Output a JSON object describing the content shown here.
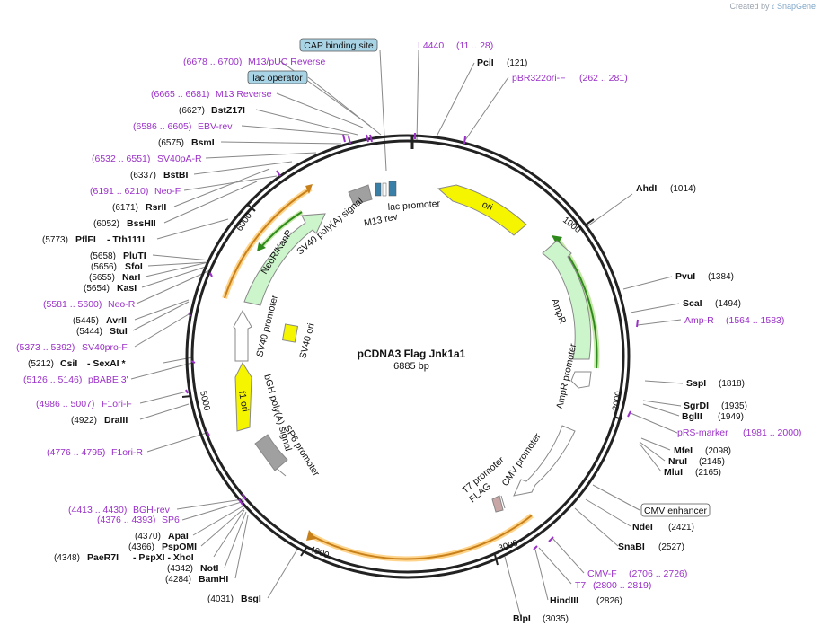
{
  "credit": {
    "prefix": "Created by",
    "brand": "SnapGene"
  },
  "plasmid": {
    "name": "pCDNA3 Flag Jnk1a1",
    "size_label": "6885 bp"
  },
  "ticks": [
    "1000",
    "2000",
    "3000",
    "4000",
    "5000",
    "6000"
  ],
  "boxed_labels": [
    {
      "text": "CAP binding site",
      "color": "#a9d4e6"
    },
    {
      "text": "lac operator",
      "color": "#a9d4e6"
    },
    {
      "text": "CMV enhancer",
      "color": "#ffffff"
    }
  ],
  "enzymes_left": [
    {
      "pos": "(6627)",
      "name": "BstZ17I"
    },
    {
      "pos": "(6575)",
      "name": "BsmI"
    },
    {
      "pos": "(6337)",
      "name": "BstBI"
    },
    {
      "pos": "(6171)",
      "name": "RsrII"
    },
    {
      "pos": "(6052)",
      "name": "BssHII"
    },
    {
      "pos": "(5773)",
      "name": "PflFI",
      "extra": "- Tth111I"
    },
    {
      "pos": "(5658)",
      "name": "PluTI"
    },
    {
      "pos": "(5656)",
      "name": "SfoI"
    },
    {
      "pos": "(5655)",
      "name": "NarI"
    },
    {
      "pos": "(5654)",
      "name": "KasI"
    },
    {
      "pos": "(5445)",
      "name": "AvrII"
    },
    {
      "pos": "(5444)",
      "name": "StuI"
    },
    {
      "pos": "(5212)",
      "name": "CsiI",
      "extra": "- SexAI *"
    },
    {
      "pos": "(4922)",
      "name": "DraIII"
    },
    {
      "pos": "(4370)",
      "name": "ApaI"
    },
    {
      "pos": "(4366)",
      "name": "PspOMI"
    },
    {
      "pos": "(4348)",
      "name": "PaeR7I",
      "extra": "- PspXI - XhoI"
    },
    {
      "pos": "(4342)",
      "name": "NotI"
    },
    {
      "pos": "(4284)",
      "name": "BamHI"
    },
    {
      "pos": "(4031)",
      "name": "BsgI"
    }
  ],
  "enzymes_right": [
    {
      "name": "PciI",
      "pos": "(121)"
    },
    {
      "name": "AhdI",
      "pos": "(1014)"
    },
    {
      "name": "PvuI",
      "pos": "(1384)"
    },
    {
      "name": "ScaI",
      "pos": "(1494)"
    },
    {
      "name": "SspI",
      "pos": "(1818)"
    },
    {
      "name": "SgrDI",
      "pos": "(1935)"
    },
    {
      "name": "BglII",
      "pos": "(1949)"
    },
    {
      "name": "MfeI",
      "pos": "(2098)"
    },
    {
      "name": "NruI",
      "pos": "(2145)"
    },
    {
      "name": "MluI",
      "pos": "(2165)"
    },
    {
      "name": "NdeI",
      "pos": "(2421)"
    },
    {
      "name": "SnaBI",
      "pos": "(2527)"
    },
    {
      "name": "HindIII",
      "pos": "(2826)"
    },
    {
      "name": "BlpI",
      "pos": "(3035)"
    }
  ],
  "primers_left": [
    {
      "range": "(6678 .. 6700)",
      "name": "M13/pUC Reverse"
    },
    {
      "range": "(6665 .. 6681)",
      "name": "M13 Reverse"
    },
    {
      "range": "(6586 .. 6605)",
      "name": "EBV-rev"
    },
    {
      "range": "(6532 .. 6551)",
      "name": "SV40pA-R"
    },
    {
      "range": "(6191 .. 6210)",
      "name": "Neo-F"
    },
    {
      "range": "(5581 .. 5600)",
      "name": "Neo-R"
    },
    {
      "range": "(5373 .. 5392)",
      "name": "SV40pro-F"
    },
    {
      "range": "(5126 .. 5146)",
      "name": "pBABE 3'"
    },
    {
      "range": "(4986 .. 5007)",
      "name": "F1ori-F"
    },
    {
      "range": "(4776 .. 4795)",
      "name": "F1ori-R"
    },
    {
      "range": "(4413 .. 4430)",
      "name": "BGH-rev"
    },
    {
      "range": "(4376 .. 4393)",
      "name": "SP6"
    }
  ],
  "primers_right": [
    {
      "name": "L4440",
      "range": "(11 .. 28)"
    },
    {
      "name": "pBR322ori-F",
      "range": "(262 .. 281)"
    },
    {
      "name": "Amp-R",
      "range": "(1564 .. 1583)"
    },
    {
      "name": "pRS-marker",
      "range": "(1981 .. 2000)"
    },
    {
      "name": "CMV-F",
      "range": "(2706 .. 2726)"
    },
    {
      "name": "T7",
      "range": "(2800 .. 2819)"
    }
  ],
  "features": [
    {
      "name": "ori",
      "color": "#f5f500"
    },
    {
      "name": "AmpR",
      "color": "#ccf5cc"
    },
    {
      "name": "AmpR promoter",
      "color": "#ffffff"
    },
    {
      "name": "CMV promoter",
      "color": "#ffffff"
    },
    {
      "name": "T7 promoter",
      "color": "#ffffff"
    },
    {
      "name": "FLAG",
      "color": "#c8a6a6"
    },
    {
      "name": "SP6 promoter",
      "color": "#ffffff"
    },
    {
      "name": "bGH poly(A) signal",
      "color": "#a0a0a0"
    },
    {
      "name": "f1 ori",
      "color": "#f5f500"
    },
    {
      "name": "SV40 promoter",
      "color": "#ffffff"
    },
    {
      "name": "SV40 ori",
      "color": "#f5f500"
    },
    {
      "name": "NeoR/KanR",
      "color": "#ccf5cc"
    },
    {
      "name": "SV40 poly(A) signal",
      "color": "#a0a0a0"
    },
    {
      "name": "M13 rev",
      "color": "#ffffff"
    },
    {
      "name": "lac promoter",
      "color": "#ffffff"
    }
  ],
  "colors": {
    "primer": "#9b30c9",
    "orf_orange": "#f0a020",
    "orf_green": "#2e8a1a",
    "backbone": "#222222"
  }
}
